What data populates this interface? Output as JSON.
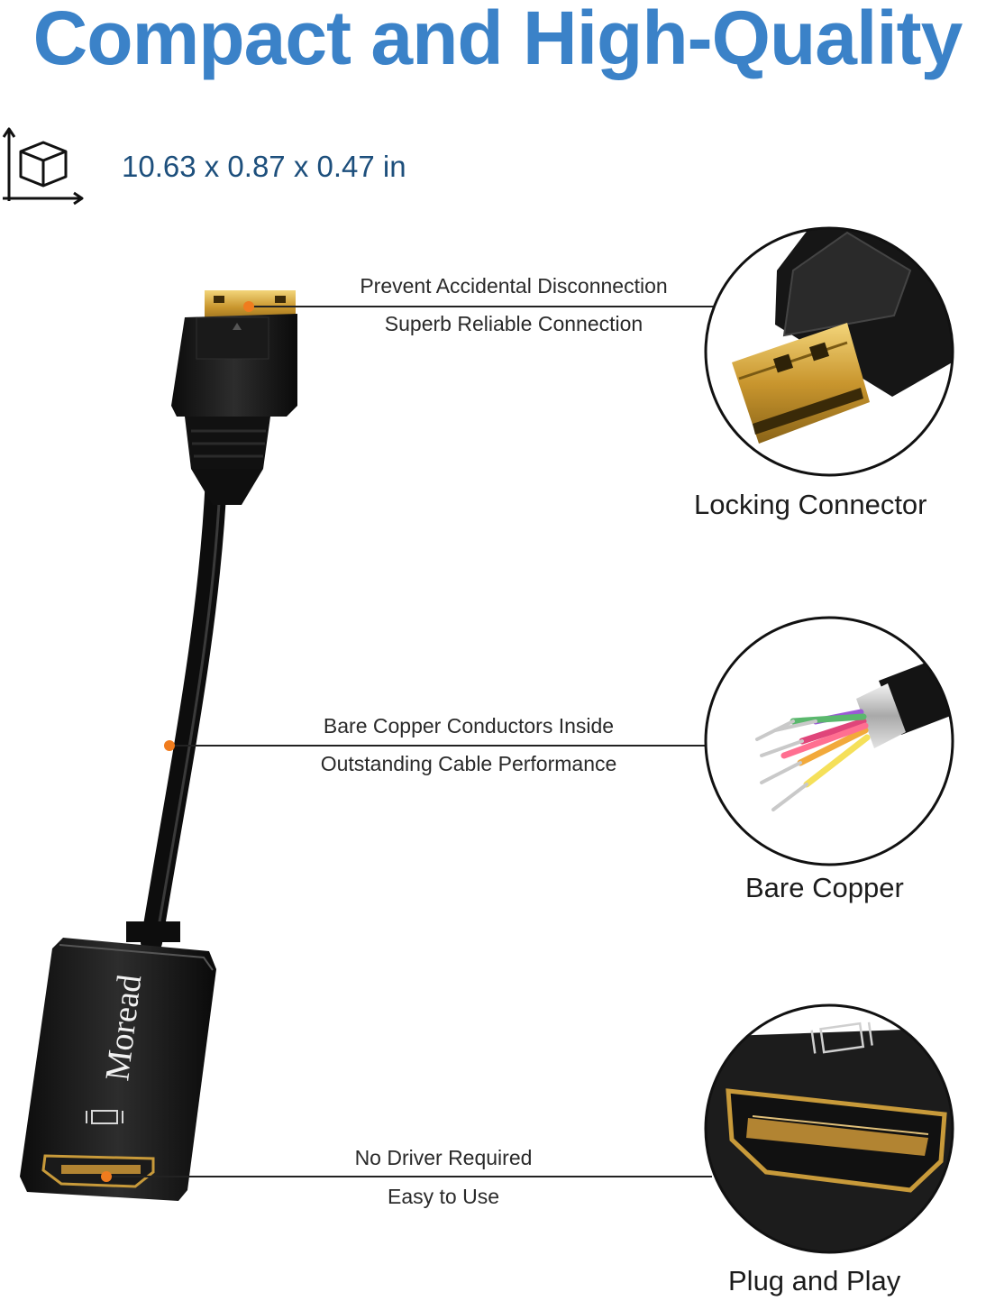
{
  "header": {
    "title": "Compact and High-Quality"
  },
  "dimensions": {
    "icon": "dimensions-cube-icon",
    "text": "10.63 x 0.87 x 0.47 in"
  },
  "callouts": [
    {
      "line1": "Prevent Accidental Disconnection",
      "line2": "Superb Reliable Connection",
      "feature": "Locking Connector"
    },
    {
      "line1": "Bare Copper Conductors Inside",
      "line2": "Outstanding Cable Performance",
      "feature": "Bare Copper"
    },
    {
      "line1": "No Driver Required",
      "line2": "Easy to Use",
      "feature": "Plug and Play"
    }
  ],
  "product": {
    "brand": "Moread"
  },
  "colors": {
    "title": "#3b82c8",
    "marker": "#f07c1e",
    "dimensions_text": "#1d4f7c"
  }
}
